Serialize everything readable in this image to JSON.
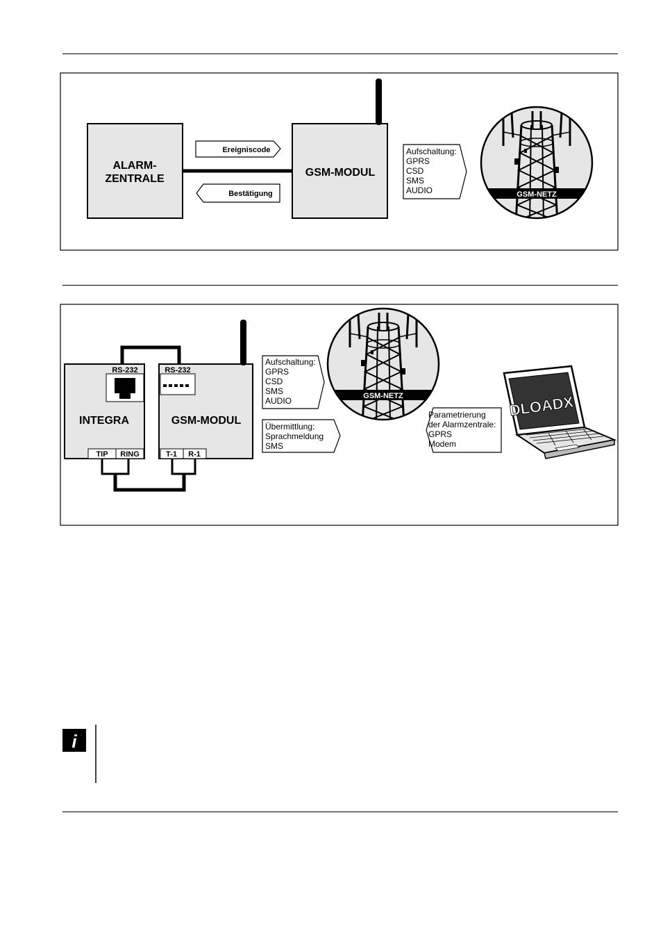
{
  "fig1": {
    "alarm_line1": "ALARM-",
    "alarm_line2": "ZENTRALE",
    "event_label": "Ereigniscode",
    "ack_label": "Bestätigung",
    "gsm_module": "GSM-MODUL",
    "transmission": [
      "Aufschaltung:",
      "GPRS",
      "CSD",
      "SMS",
      "AUDIO"
    ],
    "network_label": "GSM-NETZ"
  },
  "fig2": {
    "integra": "INTEGRA",
    "gsm_module": "GSM-MODUL",
    "rs232_left": "RS-232",
    "rs232_right": "RS-232",
    "tip": "TIP",
    "ring": "RING",
    "t1": "T-1",
    "r1": "R-1",
    "transmission": [
      "Aufschaltung:",
      "GPRS",
      "CSD",
      "SMS",
      "AUDIO"
    ],
    "messaging": [
      "Übermittlung:",
      "Sprachmeldung",
      "SMS"
    ],
    "network_label": "GSM-NETZ",
    "programming": [
      "Parametrierung",
      "der Alarmzentrale:",
      "GPRS",
      "Modem"
    ],
    "laptop_screen": "DLOADX"
  },
  "note": {
    "icon": "i"
  }
}
